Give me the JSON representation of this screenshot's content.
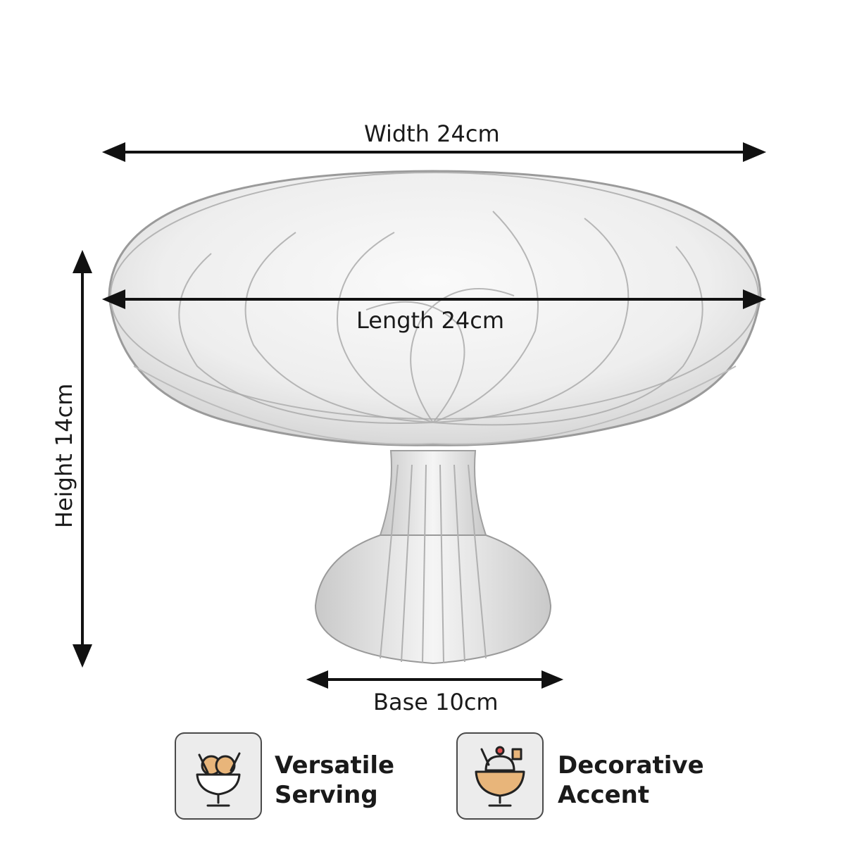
{
  "dimensions": {
    "width": "Width 24cm",
    "length": "Length 24cm",
    "height": "Height 14cm",
    "base": "Base 10cm"
  },
  "features": [
    {
      "icon": "ice-cream-bowl-icon",
      "line1": "Versatile",
      "line2": "Serving"
    },
    {
      "icon": "sundae-icon",
      "line1": "Decorative",
      "line2": "Accent"
    }
  ],
  "colors": {
    "glass_outline": "#8a8a8a",
    "glass_fill": "#f2f2f2",
    "arrow": "#111111",
    "icon_box_bg": "#ececec",
    "icon_accent": "#e8b57a"
  }
}
